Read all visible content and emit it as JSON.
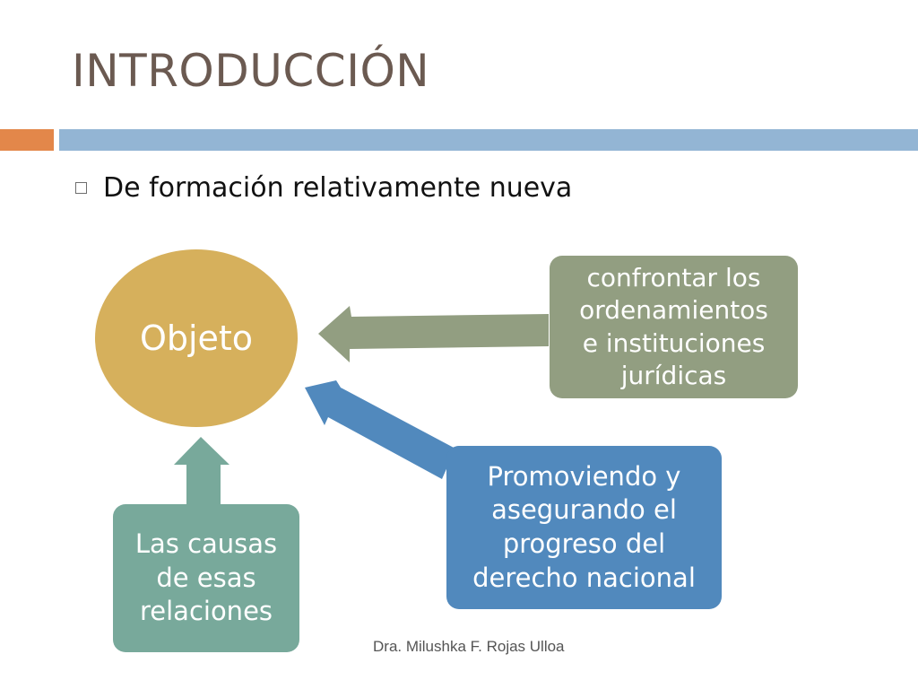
{
  "title": "INTRODUCCIÓN",
  "bullet": "De formación relativamente nueva",
  "diagram": {
    "center": "Objeto",
    "boxes": {
      "right_top": [
        "confrontar los",
        "ordenamientos",
        "e instituciones",
        "jurídicas"
      ],
      "right_bottom": [
        "Promoviendo y",
        "asegurando el",
        "progreso del",
        "derecho nacional"
      ],
      "bottom_left": [
        "Las causas",
        "de esas",
        "relaciones"
      ]
    },
    "colors": {
      "oval": "#d6b05c",
      "box_right_top": "#929e81",
      "box_right_bottom": "#5189bd",
      "box_bottom_left": "#78a99b",
      "accent_orange": "#e3874a",
      "accent_blue": "#93b5d4"
    }
  },
  "footer": "Dra. Milushka F. Rojas Ulloa"
}
